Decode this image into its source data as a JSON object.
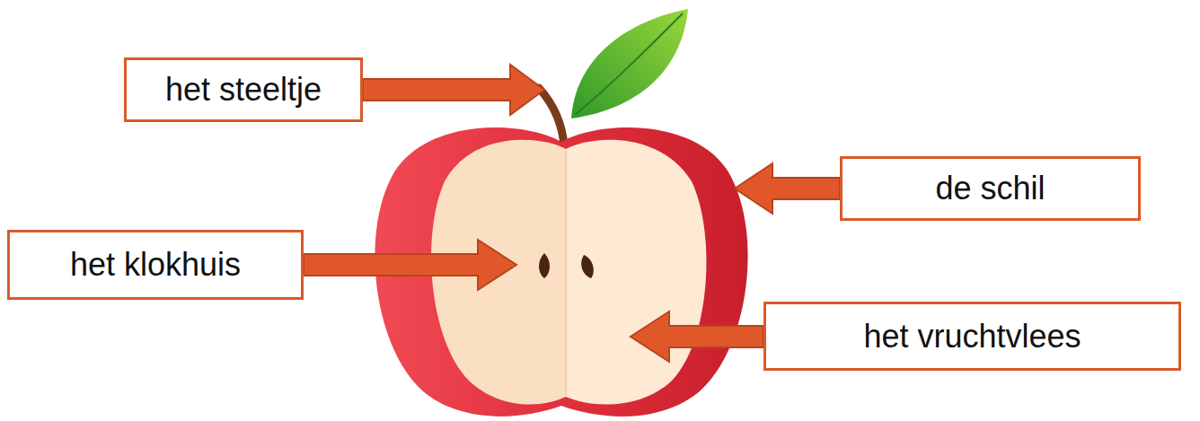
{
  "diagram": {
    "nodes": [
      {
        "text": [
          "het steeltje"
        ]
      },
      {
        "text": [
          "de schil"
        ]
      },
      {
        "text": [
          "het klokhuis"
        ]
      },
      {
        "text": [
          "het vruchtvlees"
        ]
      }
    ]
  }
}
